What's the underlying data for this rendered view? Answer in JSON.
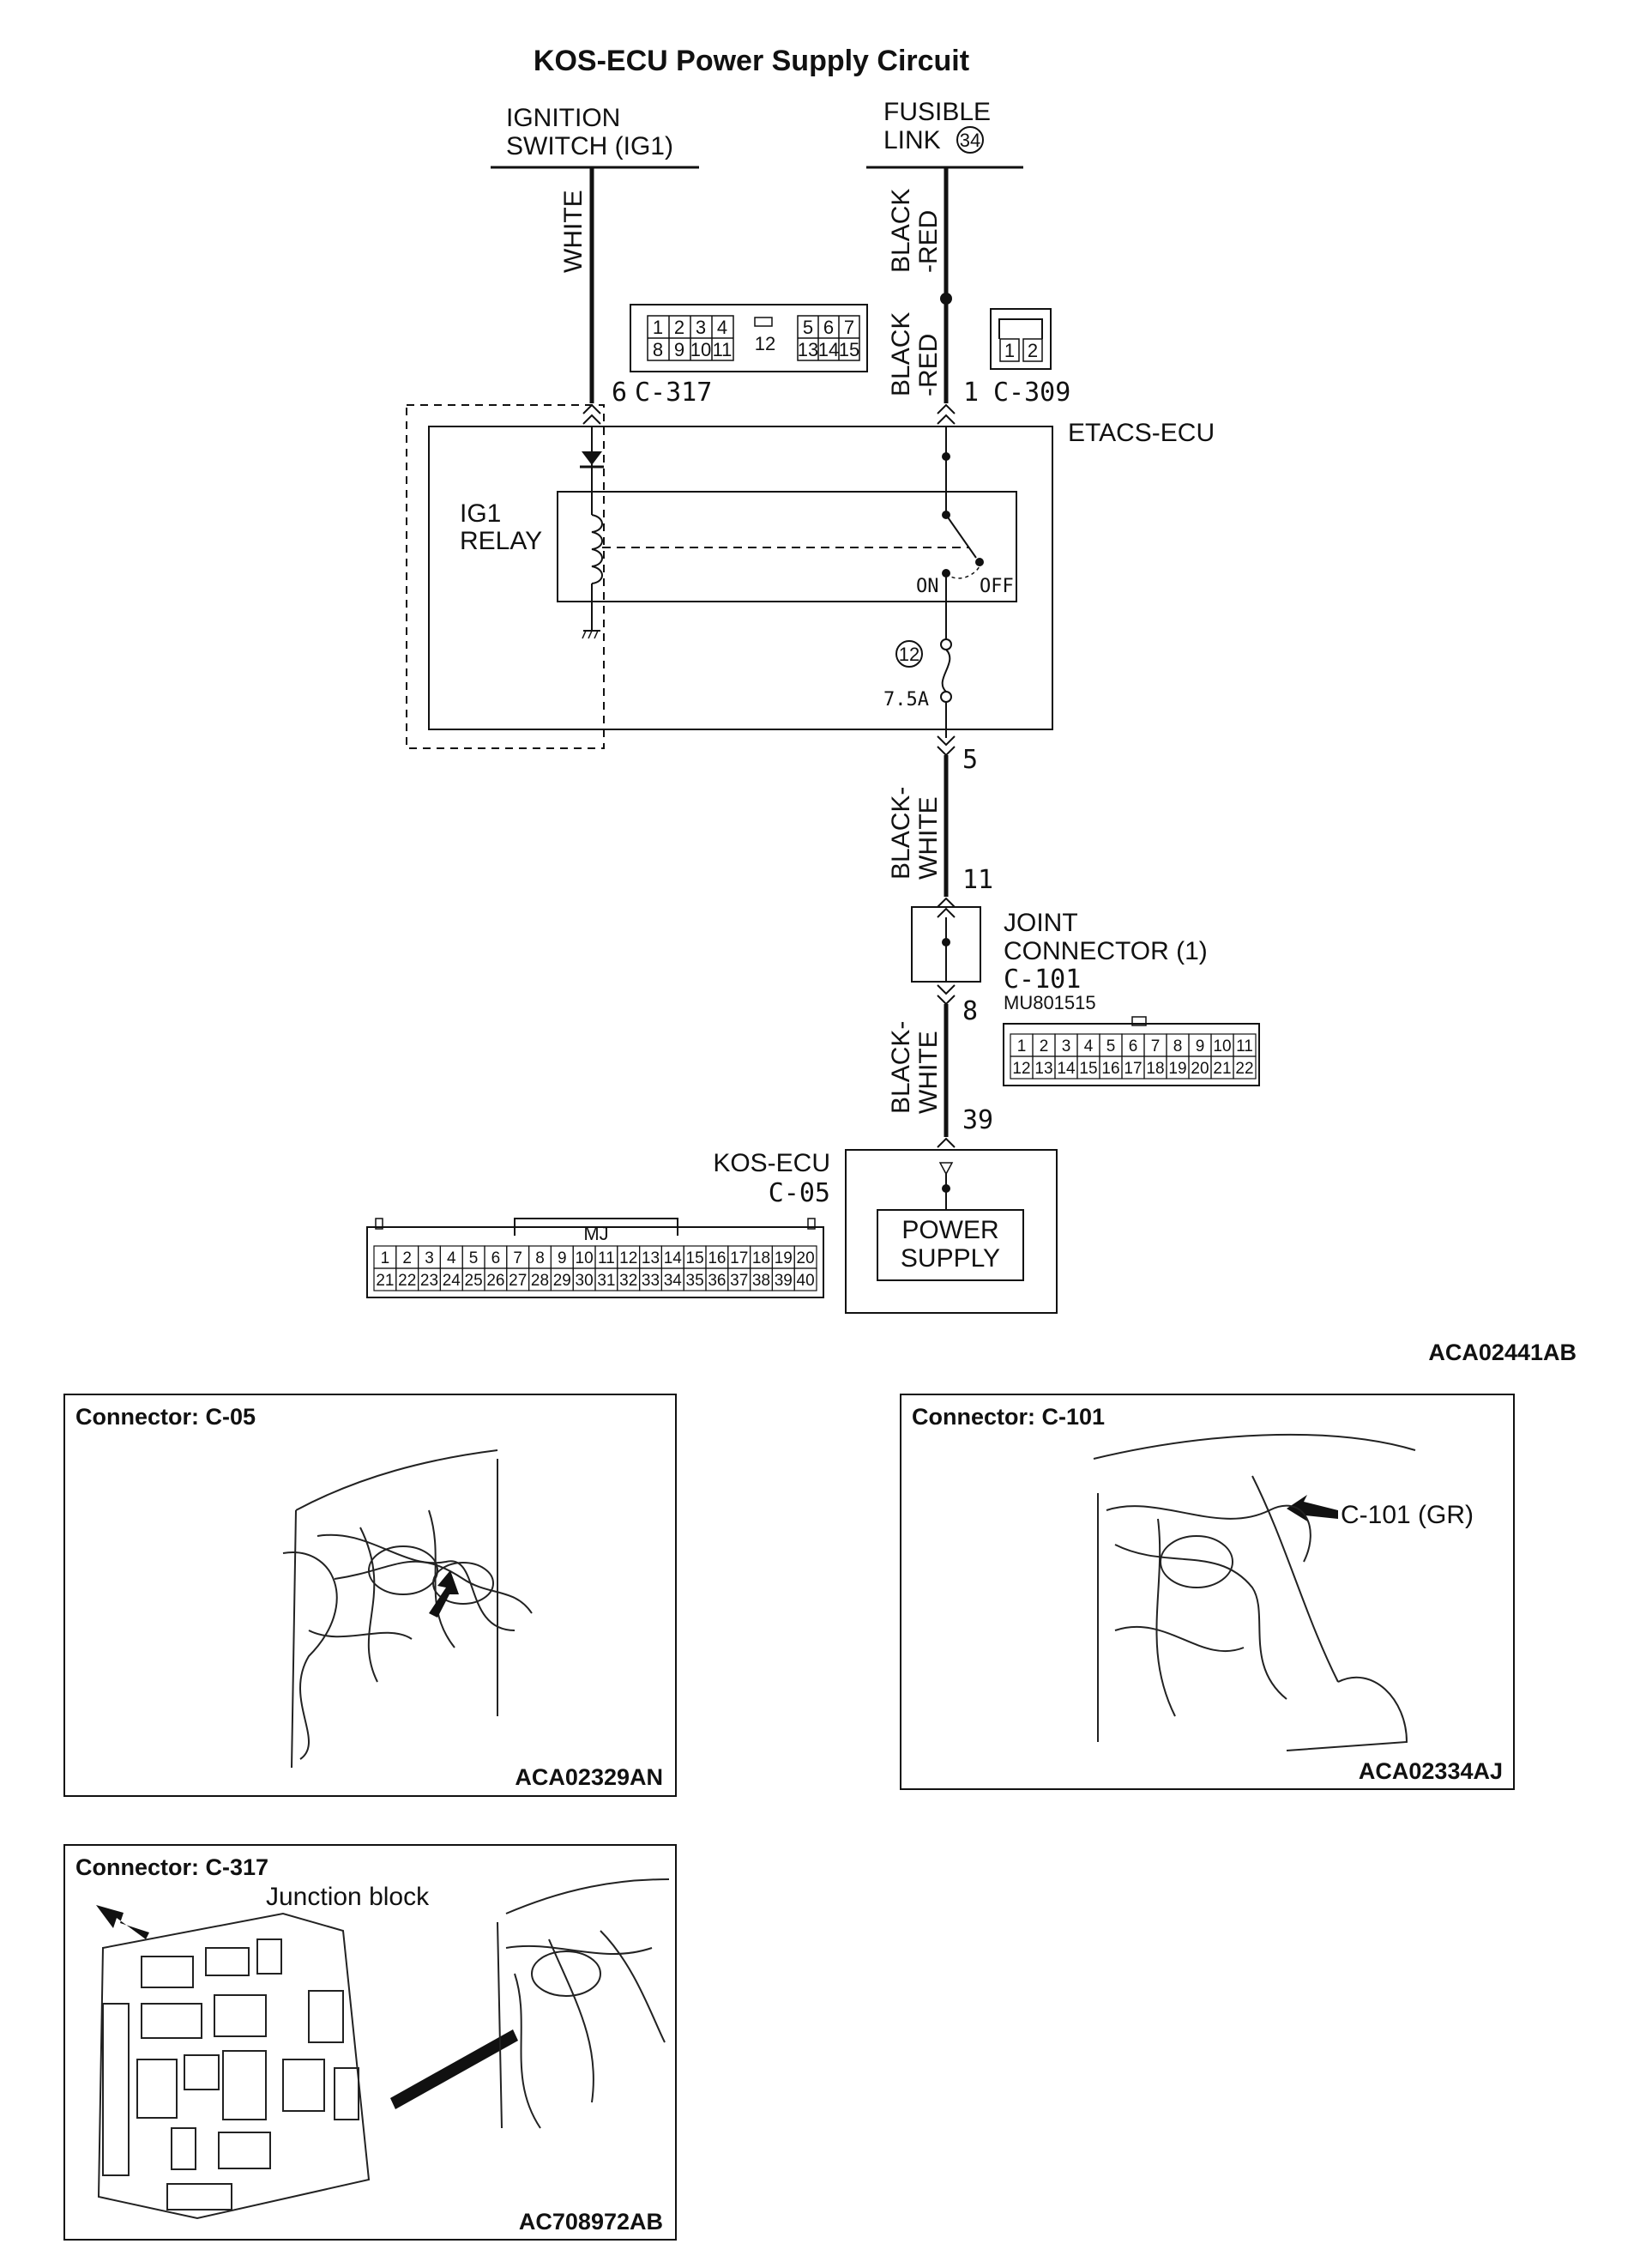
{
  "title": "KOS-ECU  Power Supply Circuit",
  "figure_code": "ACA02441AB",
  "sources": {
    "ignition_line1": "IGNITION",
    "ignition_line2": "SWITCH (IG1)",
    "fusible_line1": "FUSIBLE",
    "fusible_line2": "LINK",
    "fusible_number": "34"
  },
  "wires": {
    "white": "WHITE",
    "black_red_upper_1": "BLACK",
    "black_red_upper_2": "-RED",
    "black_red_lower_1": "BLACK",
    "black_red_lower_2": "-RED",
    "black_white_1_a": "BLACK-",
    "black_white_1_b": "WHITE",
    "black_white_2_a": "BLACK-",
    "black_white_2_b": "WHITE"
  },
  "pins": {
    "c317_pin": "6",
    "c317_name": "C-317",
    "c309_pin": "1",
    "c309_name": "C-309",
    "etacs_out": "5",
    "joint_in": "11",
    "joint_out": "8",
    "kos_in": "39"
  },
  "c317_face": {
    "row1": [
      "1",
      "2",
      "3",
      "4",
      "5",
      "6",
      "7"
    ],
    "row2": [
      "8",
      "9",
      "10",
      "11",
      "13",
      "14",
      "15"
    ],
    "center": "12"
  },
  "c309_face": [
    "1",
    "2"
  ],
  "etacs": {
    "label": "ETACS-ECU",
    "relay_line1": "IG1",
    "relay_line2": "RELAY",
    "on": "ON",
    "off": "OFF",
    "fuse_number": "12",
    "fuse_rating": "7.5A"
  },
  "joint": {
    "line1": "JOINT",
    "line2": "CONNECTOR (1)",
    "line3": "C-101",
    "part_no": "MU801515",
    "row1": [
      "1",
      "2",
      "3",
      "4",
      "5",
      "6",
      "7",
      "8",
      "9",
      "10",
      "11"
    ],
    "row2": [
      "12",
      "13",
      "14",
      "15",
      "16",
      "17",
      "18",
      "19",
      "20",
      "21",
      "22"
    ]
  },
  "kos": {
    "name": "KOS-ECU",
    "connector": "C-05",
    "power_line1": "POWER",
    "power_line2": "SUPPLY",
    "face_tag": "MJ",
    "row1": [
      "1",
      "2",
      "3",
      "4",
      "5",
      "6",
      "7",
      "8",
      "9",
      "10",
      "11",
      "12",
      "13",
      "14",
      "15",
      "16",
      "17",
      "18",
      "19",
      "20"
    ],
    "row2": [
      "21",
      "22",
      "23",
      "24",
      "25",
      "26",
      "27",
      "28",
      "29",
      "30",
      "31",
      "32",
      "33",
      "34",
      "35",
      "36",
      "37",
      "38",
      "39",
      "40"
    ]
  },
  "panels": {
    "c05": {
      "title": "Connector: C-05",
      "code": "ACA02329AN"
    },
    "c101": {
      "title": "Connector: C-101",
      "code": "ACA02334AJ",
      "callout": "C-101 (GR)"
    },
    "c317": {
      "title": "Connector: C-317",
      "subtitle": "Junction block",
      "code": "AC708972AB"
    }
  }
}
